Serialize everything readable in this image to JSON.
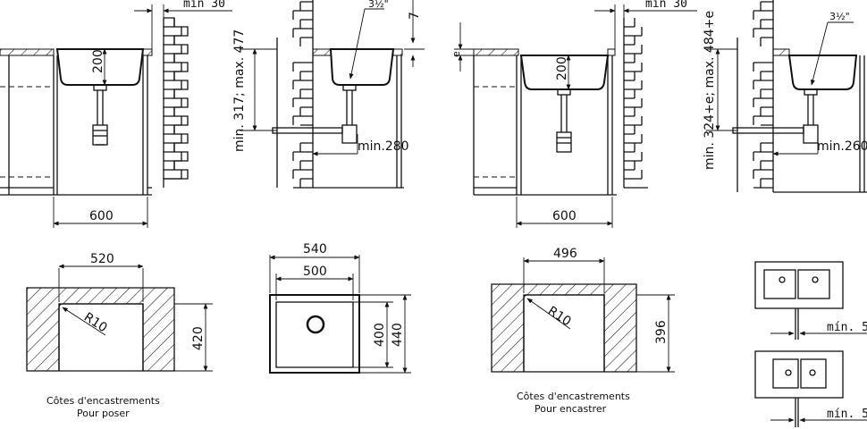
{
  "top_views": {
    "v1": {
      "min_label": "min 30",
      "depth_label": "200",
      "width_label": "600"
    },
    "v2": {
      "thread_label": "3½\"",
      "offset_label": "7",
      "height_range_label": "min. 317; max. 477",
      "min_label": "min.280"
    },
    "v3": {
      "e_label": "e",
      "min_label": "min 30",
      "depth_label": "200",
      "width_label": "600"
    },
    "v4": {
      "thread_label": "3½\"",
      "height_range_label": "min. 324+e; max. 484+e",
      "min_label": "min.260"
    }
  },
  "cutout_poser": {
    "width_label": "520",
    "height_label": "420",
    "radius_label": "R10",
    "caption_line1": "Côtes d'encastrements",
    "caption_line2": "Pour poser"
  },
  "sink_top": {
    "outer_width_label": "540",
    "inner_width_label": "500",
    "inner_height_label": "400",
    "outer_height_label": "440"
  },
  "cutout_encastrer": {
    "width_label": "496",
    "height_label": "396",
    "radius_label": "R10",
    "caption_line1": "Côtes d'encastrements",
    "caption_line2": "Pour encastrer"
  },
  "cabinet_views": {
    "min_label_1": "mín.  5",
    "min_label_2": "mín.  5"
  }
}
